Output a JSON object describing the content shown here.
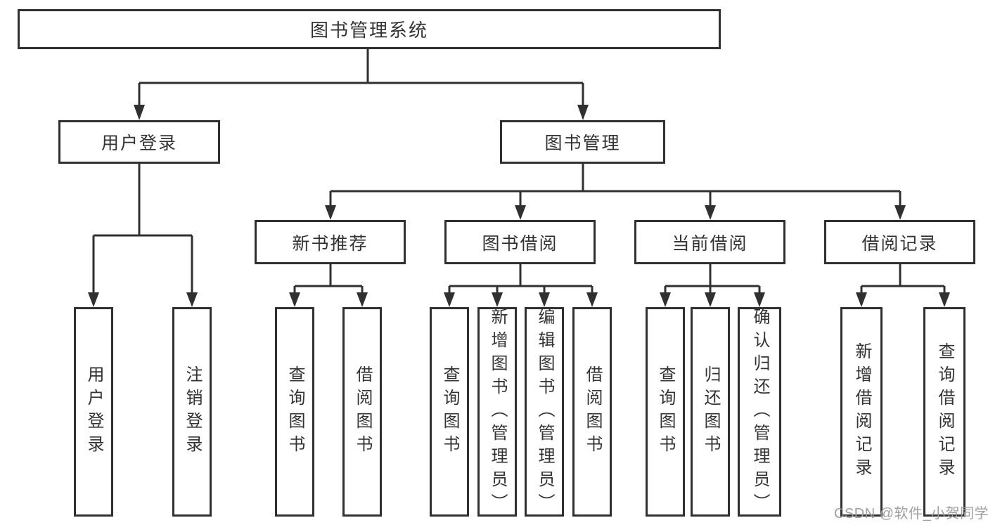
{
  "diagram": {
    "title": "图书管理系统",
    "modules": [
      {
        "label": "用户登录",
        "functions": [
          "用户登录",
          "注销登录"
        ]
      },
      {
        "label": "图书管理",
        "submodules": [
          {
            "label": "新书推荐",
            "functions": [
              "查询图书",
              "借阅图书"
            ]
          },
          {
            "label": "图书借阅",
            "functions": [
              "查询图书",
              "新增图书（管理员）",
              "编辑图书（管理员）",
              "借阅图书"
            ]
          },
          {
            "label": "当前借阅",
            "functions": [
              "查询图书",
              "归还图书",
              "确认归还（管理员）"
            ]
          },
          {
            "label": "借阅记录",
            "functions": [
              "新增借阅记录",
              "查询借阅记录"
            ]
          }
        ]
      }
    ]
  },
  "watermark": "CSDN @软件_小贺同学",
  "colors": {
    "line": "#303030",
    "text": "#333333",
    "watermark": "#9b9b9b",
    "background": "#ffffff"
  }
}
